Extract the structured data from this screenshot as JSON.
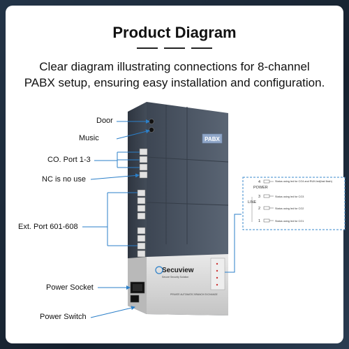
{
  "header": {
    "title": "Product Diagram",
    "subtitle_line1": "Clear diagram illustrating connections for 8-channel",
    "subtitle_line2": "PABX setup, ensuring easy installation and configuration."
  },
  "labels": {
    "door": "Door",
    "music": "Music",
    "co_port": "CO. Port 1-3",
    "nc": "NC is no use",
    "ext_port": "Ext. Port 601-608",
    "power_socket": "Power Socket",
    "power_switch": "Power Switch"
  },
  "device": {
    "badge": "PABX",
    "brand": "Secuview",
    "brand_tagline": "Secure Security Solution",
    "front_label": "PRIVATE AUTOMATIC BRANCH EXCHANGE"
  },
  "status_panel": {
    "power_label": "POWER",
    "line_label": "LINE",
    "rows": [
      {
        "num": "4",
        "text": "Status using led for CO4 and RUN led(fast flash)"
      },
      {
        "num": "3",
        "text": "Status using led for CO3"
      },
      {
        "num": "2",
        "text": "Status using led for CO2"
      },
      {
        "num": "1",
        "text": "Status using led for CO1"
      }
    ]
  },
  "colors": {
    "accent_line": "#2b7fc9",
    "dashed_box": "#3a88cc",
    "device_body": "#4e5968",
    "device_front": "#d8d8d8"
  }
}
